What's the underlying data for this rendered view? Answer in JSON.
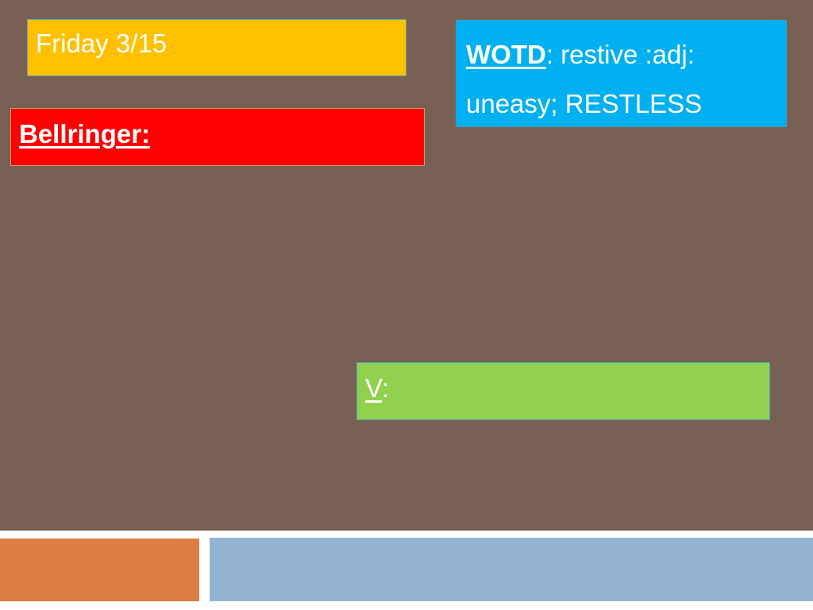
{
  "slide": {
    "date": "Friday 3/15",
    "wotd": {
      "label": "WOTD",
      "line1_rest": ": restive :adj:",
      "line2": "uneasy; RESTLESS"
    },
    "bellringer": {
      "label": "Bellringer:"
    },
    "v_box": {
      "label": "V",
      "suffix": ":"
    }
  },
  "colors": {
    "background": "#786055",
    "date_box": "#ffc000",
    "wotd_box": "#00b0f0",
    "bellringer_box": "#ff0000",
    "v_box": "#92d050",
    "footer_left": "#dc7f44",
    "footer_right": "#92b4d2"
  }
}
